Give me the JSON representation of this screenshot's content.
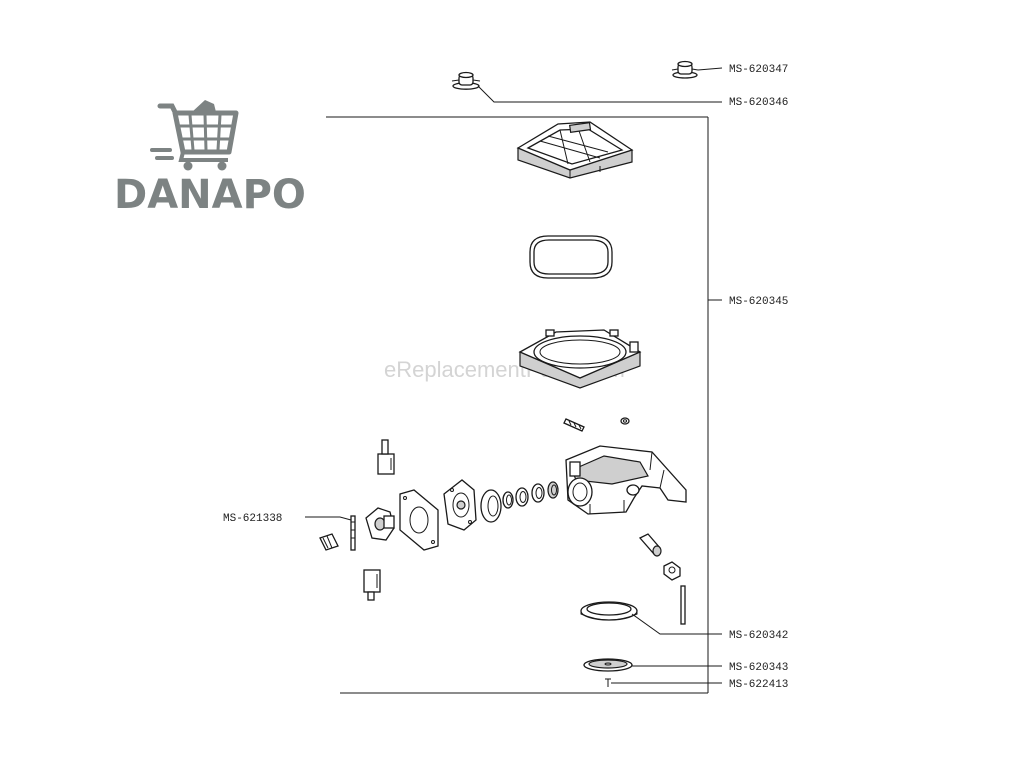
{
  "logo": {
    "text": "DANAPO",
    "color": "#7d8383"
  },
  "watermark": {
    "text": "eReplacementParts.com",
    "color": "#d4d4d4"
  },
  "part_labels": {
    "ms_620347": "MS-620347",
    "ms_620346": "MS-620346",
    "ms_620345": "MS-620345",
    "ms_621338": "MS-621338",
    "ms_620342": "MS-620342",
    "ms_620343": "MS-620343",
    "ms_622413": "MS-622413"
  },
  "icons": [
    "shopping-cart-icon"
  ]
}
